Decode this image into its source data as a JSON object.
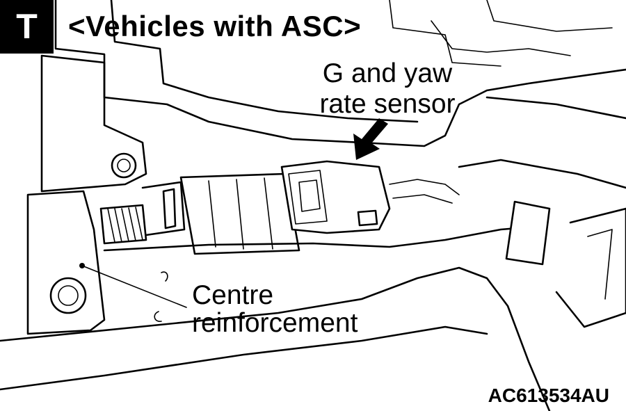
{
  "badge": {
    "letter": "T"
  },
  "title": "<Vehicles with ASC>",
  "callouts": {
    "sensor": {
      "line1": "G and yaw",
      "line2": "rate sensor"
    },
    "reinforcement": {
      "line1": "Centre",
      "line2": "reinforcement"
    }
  },
  "figure_code": "AC613534AU",
  "colors": {
    "ink": "#000000",
    "paper": "#ffffff"
  }
}
